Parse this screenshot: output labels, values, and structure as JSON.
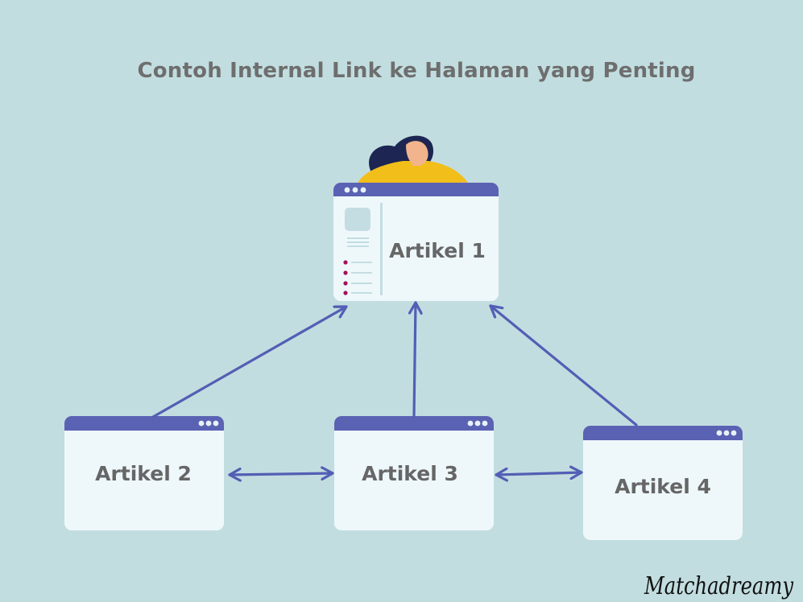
{
  "title": "Contoh Internal Link ke Halaman yang Penting",
  "nodes": [
    {
      "id": "artikel-1",
      "label": "Artikel 1"
    },
    {
      "id": "artikel-2",
      "label": "Artikel 2"
    },
    {
      "id": "artikel-3",
      "label": "Artikel 3"
    },
    {
      "id": "artikel-4",
      "label": "Artikel 4"
    }
  ],
  "edges": [
    {
      "from": "artikel-2",
      "to": "artikel-1",
      "direction": "forward"
    },
    {
      "from": "artikel-3",
      "to": "artikel-1",
      "direction": "forward"
    },
    {
      "from": "artikel-4",
      "to": "artikel-1",
      "direction": "forward"
    },
    {
      "from": "artikel-2",
      "to": "artikel-3",
      "direction": "both"
    },
    {
      "from": "artikel-3",
      "to": "artikel-4",
      "direction": "both"
    }
  ],
  "signature": "Matchadreamy",
  "colors": {
    "background": "#c2dde0",
    "window_header": "#5a62b3",
    "window_body": "#eef8fb",
    "arrow": "#525fb4",
    "text": "#666666",
    "person_shirt": "#f2be1a",
    "person_hair": "#1d2652",
    "bullet": "#a0125a"
  },
  "icons": [
    "browser-window-icon",
    "person-illustration"
  ]
}
